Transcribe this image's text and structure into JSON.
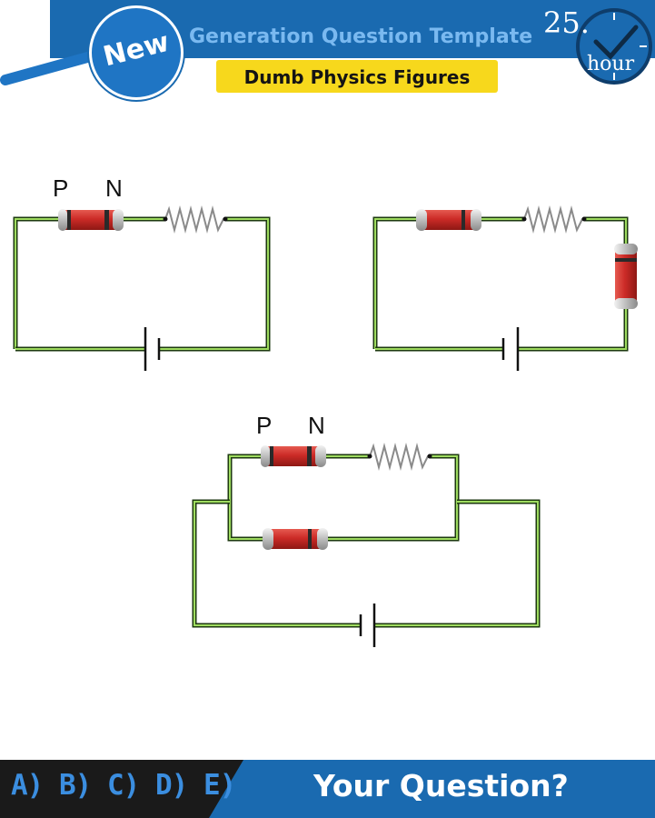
{
  "header": {
    "title": "Generation Question Template",
    "subtitle": "Dumb Physics Figures",
    "badge_label": "New",
    "clock_number": "25.",
    "clock_unit": "hour"
  },
  "diagram": {
    "labels": {
      "p": "P",
      "n": "N"
    },
    "circuits": [
      {
        "name": "circuit-1",
        "components": [
          "diode",
          "resistor",
          "battery"
        ]
      },
      {
        "name": "circuit-2",
        "components": [
          "diode",
          "resistor",
          "diode",
          "battery"
        ]
      },
      {
        "name": "circuit-3",
        "components": [
          "diode",
          "resistor",
          "diode",
          "battery"
        ]
      }
    ]
  },
  "footer": {
    "options": "A) B) C) D) E)",
    "question": "Your Question?"
  },
  "colors": {
    "brand_blue": "#1a6ab0",
    "title_light_blue": "#7ab9f0",
    "subtitle_yellow": "#f7d81c",
    "wire_green": "#6fa53a",
    "diode_red": "#cc2b27",
    "footer_dark": "#1a1a1a"
  },
  "icons": [
    "magnifier-icon",
    "clock-icon",
    "checkmark-icon"
  ]
}
